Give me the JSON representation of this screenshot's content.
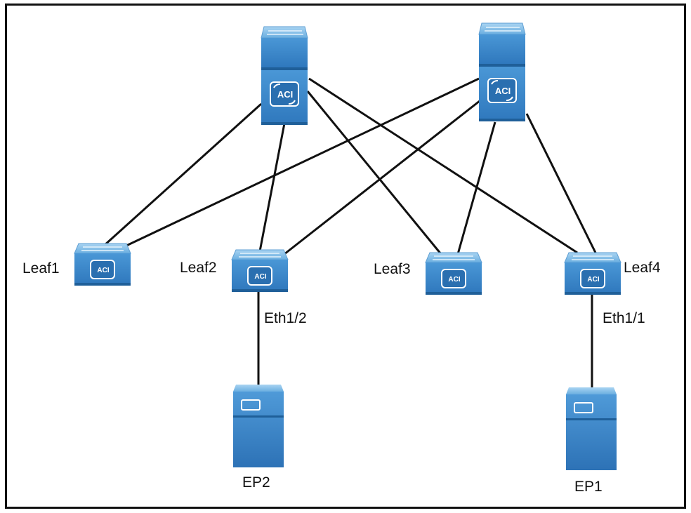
{
  "labels": {
    "leaf1": "Leaf1",
    "leaf2": "Leaf2",
    "leaf3": "Leaf3",
    "leaf4": "Leaf4",
    "eth_leaf2": "Eth1/2",
    "eth_leaf4": "Eth1/1",
    "ep2": "EP2",
    "ep1": "EP1",
    "aci": "ACI"
  },
  "colors": {
    "device_main": "#3a86c8",
    "device_light": "#7fbbe6",
    "device_dark": "#1f5f99",
    "link": "#111111"
  }
}
